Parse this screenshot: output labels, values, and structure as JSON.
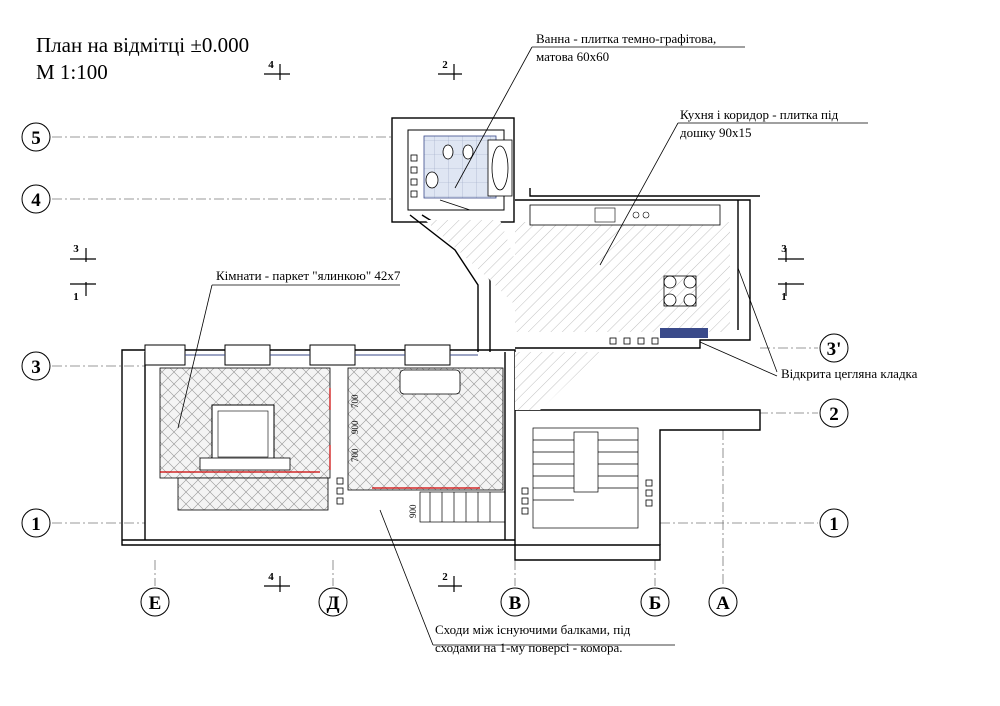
{
  "title": {
    "line1": "План на відмітці ±0.000",
    "line2": "М 1:100"
  },
  "notes": {
    "bath": "Ванна - плитка темно-графітова,",
    "bath2": "матова 60х60",
    "kitchen": "Кухня і коридор - плитка під",
    "kitchen2": "дошку 90х15",
    "rooms": "Кімнати - паркет \"ялинкою\" 42х7",
    "brick": "Відкрита цегляна кладка",
    "stairs": "Сходи між існуючими балками, під",
    "stairs2": "сходами на 1-му поверсі - комора."
  },
  "axes_rows": [
    "5",
    "4",
    "3",
    "3'",
    "2",
    "1"
  ],
  "axes_cols": [
    "Е",
    "Д",
    "В",
    "Б",
    "А"
  ],
  "section_marks": [
    "4",
    "2",
    "3",
    "1"
  ],
  "dimensions": [
    "700",
    "900",
    "700",
    "900"
  ]
}
